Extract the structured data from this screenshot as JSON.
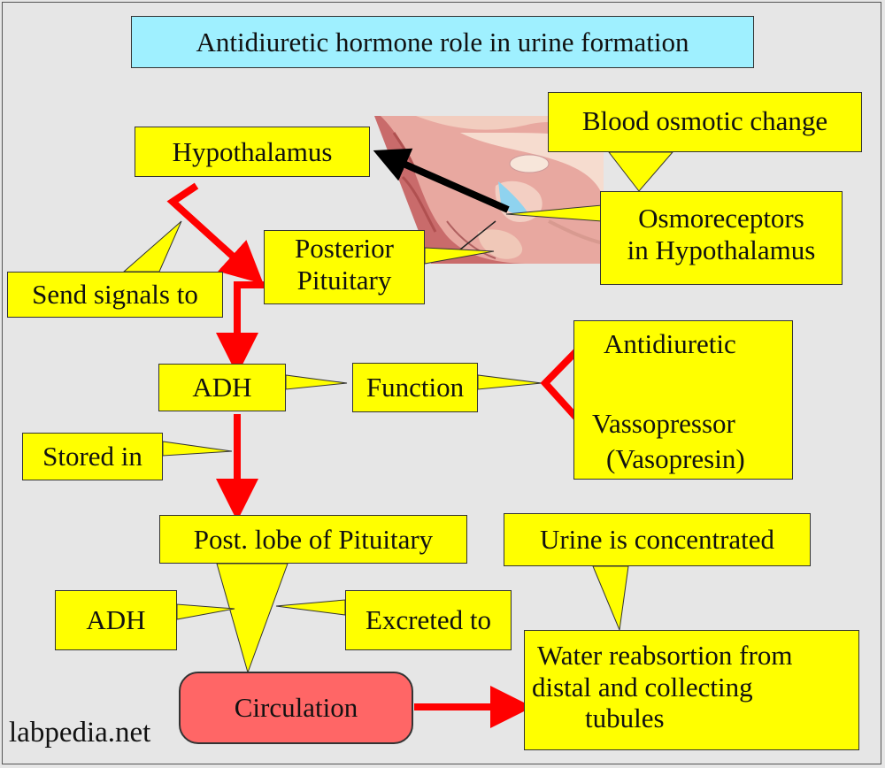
{
  "title": "Antidiuretic hormone role in urine formation",
  "nodes": {
    "hypothalamus": "Hypothalamus",
    "blood_osmotic_change": "Blood osmotic change",
    "osmoreceptors": [
      "Osmoreceptors",
      "in Hypothalamus"
    ],
    "send_signals": "Send signals to",
    "posterior_pituitary": [
      "Posterior",
      "Pituitary"
    ],
    "adh_top": "ADH",
    "function": "Function",
    "functions_list": [
      "Antidiuretic",
      "Vassopressor",
      "(Vasopresin)"
    ],
    "stored_in": "Stored in",
    "post_lobe": "Post. lobe of Pituitary",
    "urine_concentrated": "Urine is concentrated",
    "adh_bottom": "ADH",
    "excreted_to": "Excreted to",
    "circulation": "Circulation",
    "water_reabsorption": [
      "Water reabsortion from",
      "distal and collecting",
      "tubules"
    ]
  },
  "watermark": "labpedia.net",
  "colors": {
    "box_fill": "#ffff00",
    "title_fill": "#9ff0ff",
    "arrow": "#ff0000",
    "circulation_fill": "#ff6666",
    "background": "#e6e6e6"
  }
}
